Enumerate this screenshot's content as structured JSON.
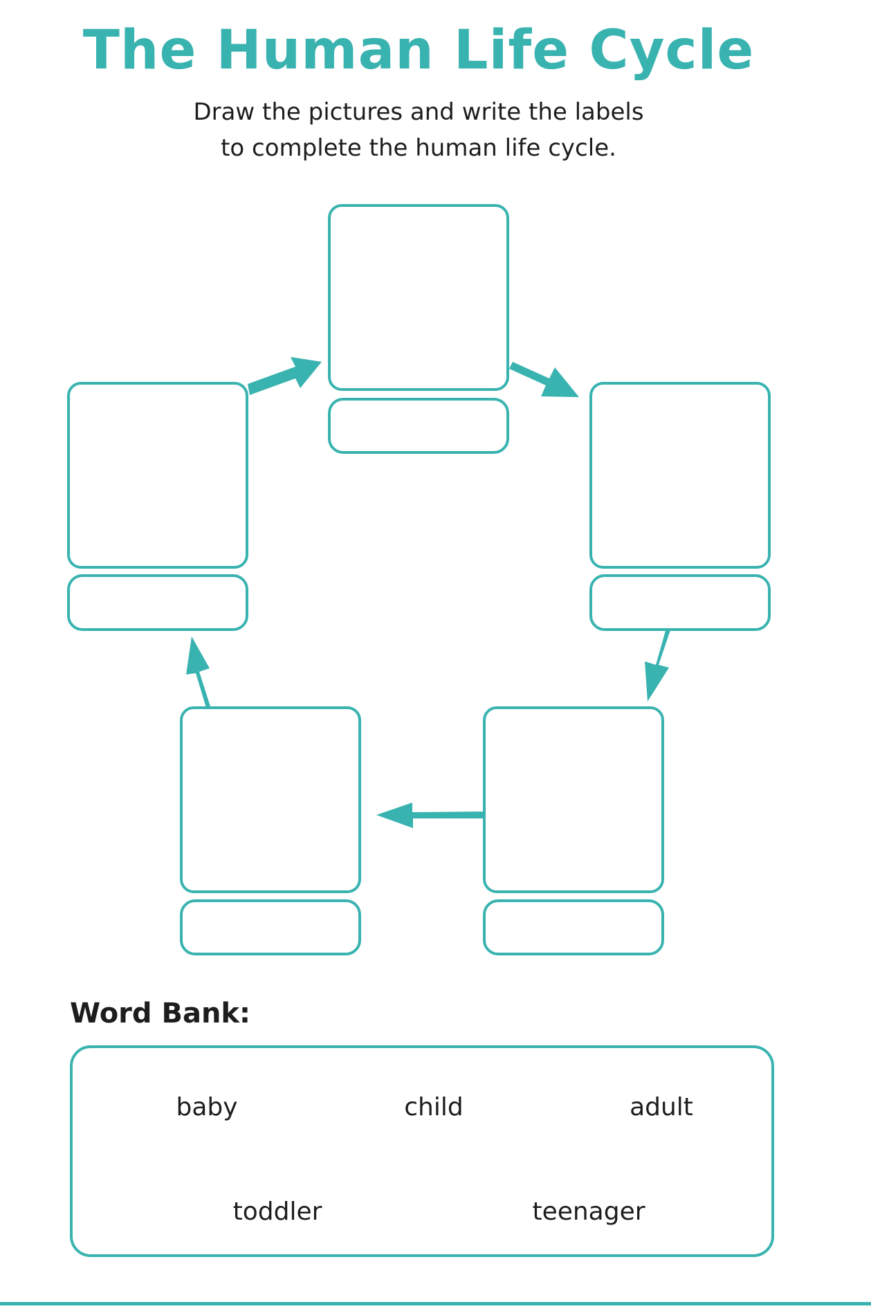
{
  "title": "The Human Life Cycle",
  "instructions": {
    "line1": "Draw the pictures and write the labels",
    "line2": "to complete the human life cycle."
  },
  "word_bank": {
    "heading": "Word Bank:",
    "words": [
      "baby",
      "child",
      "adult",
      "toddler",
      "teenager"
    ]
  },
  "colors": {
    "accent": "#39b3b0",
    "text": "#1d1d1d"
  }
}
